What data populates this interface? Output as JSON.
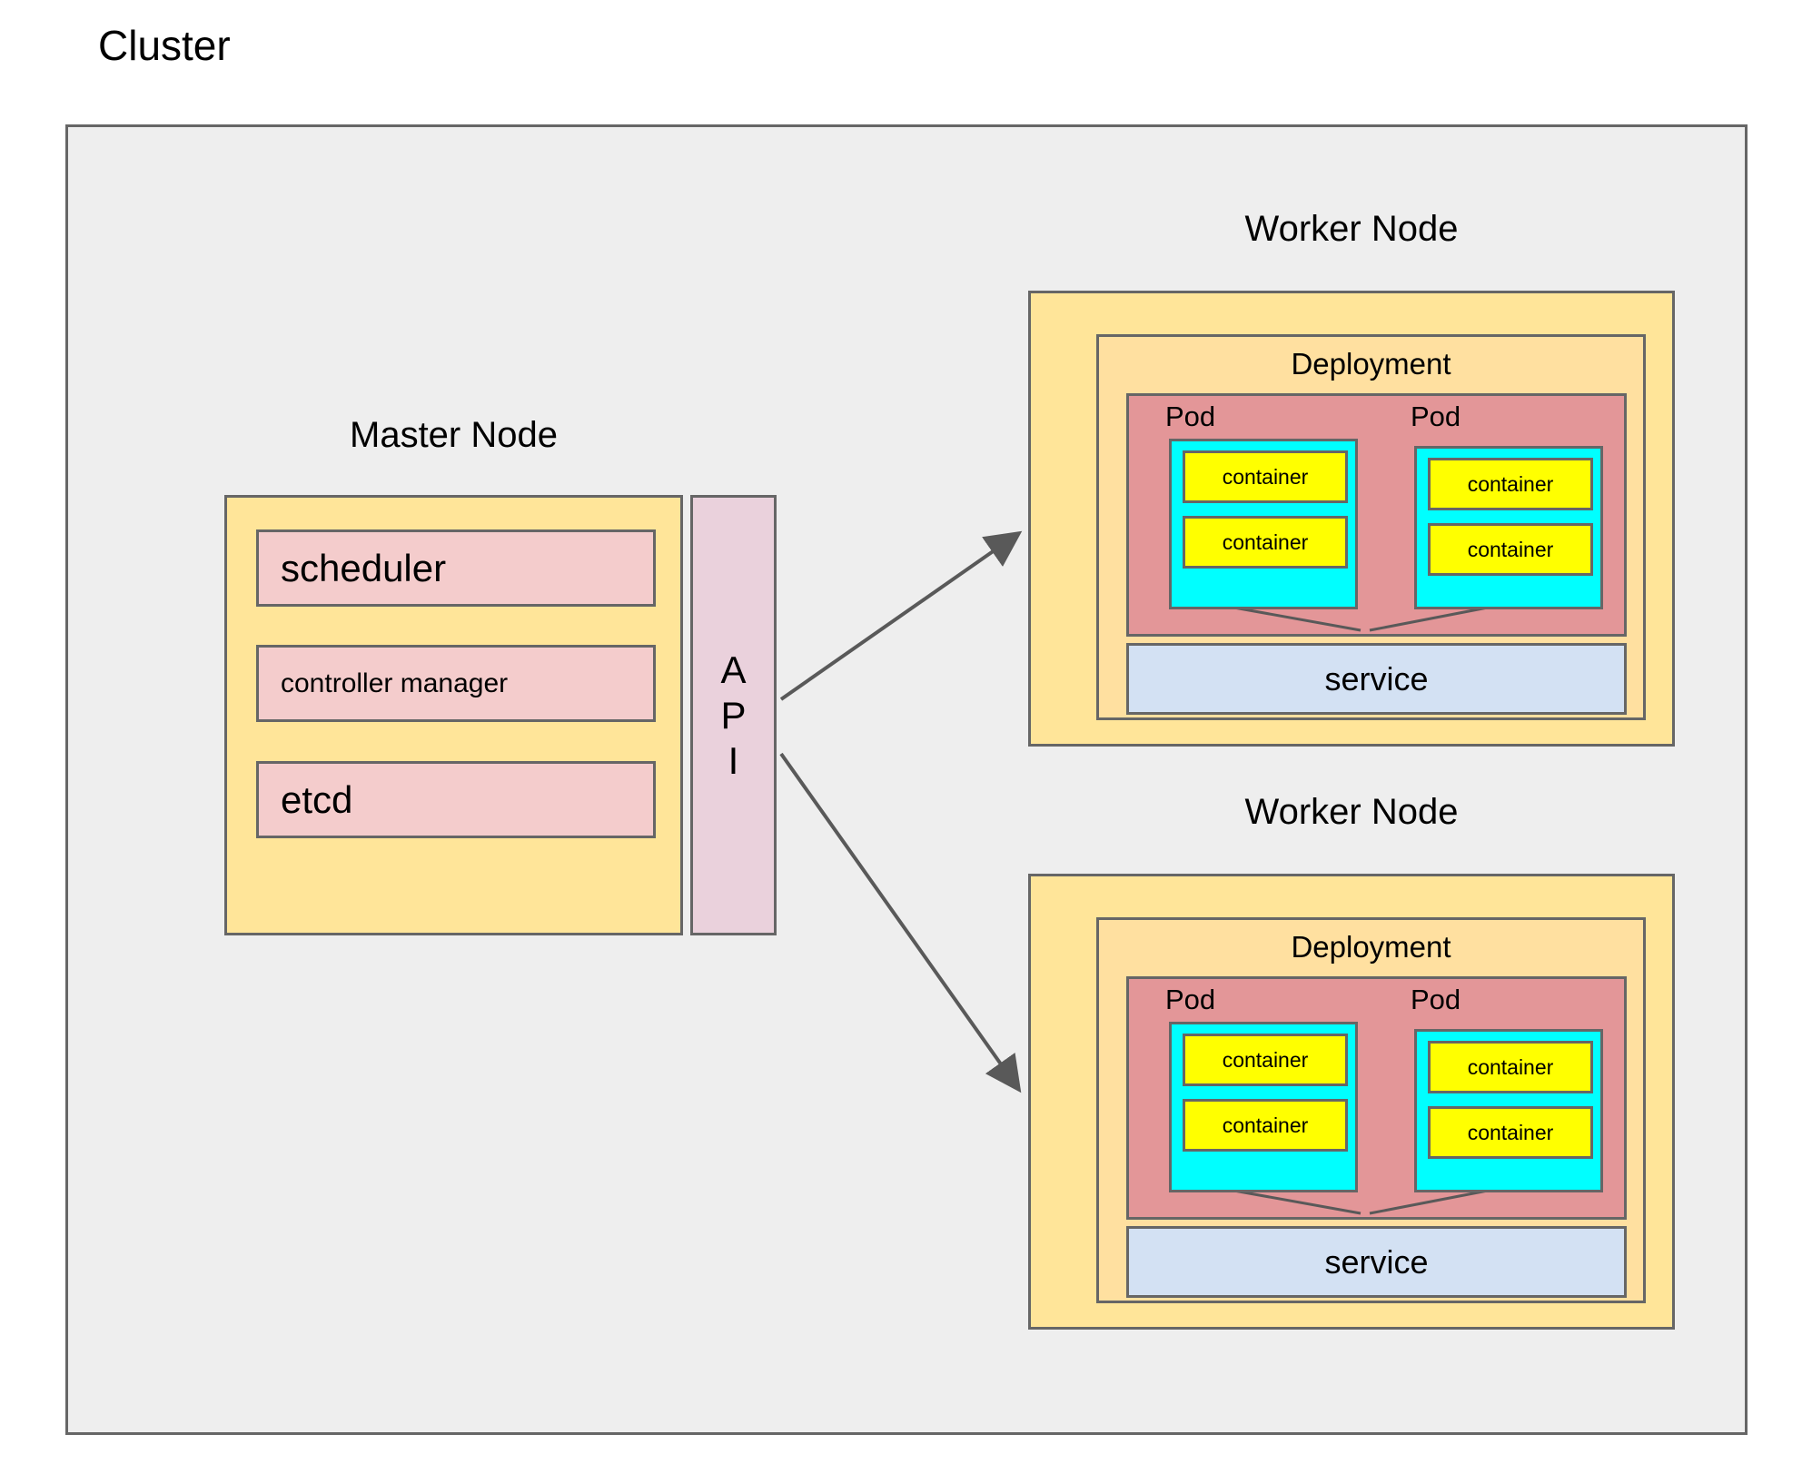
{
  "diagram": {
    "title": "Cluster",
    "colors": {
      "cluster_bg": "#eeeeee",
      "node_bg": "#ffe599",
      "component_bg": "#f4cccc",
      "api_bg": "#ead1dc",
      "pod_bg": "#e39698",
      "pod_inner_bg": "#00ffff",
      "container_bg": "#ffff00",
      "service_bg": "#d3e1f3",
      "stroke": "#666666"
    },
    "master_node": {
      "title": "Master Node",
      "components": [
        {
          "label": "scheduler",
          "size": "large"
        },
        {
          "label": "controller manager",
          "size": "small"
        },
        {
          "label": "etcd",
          "size": "large"
        }
      ],
      "api": {
        "label": "API",
        "letters": [
          "A",
          "P",
          "I"
        ]
      }
    },
    "worker_nodes": [
      {
        "title": "Worker Node",
        "deployment": {
          "label": "Deployment",
          "pods": [
            {
              "label": "Pod",
              "containers": [
                "container",
                "container"
              ]
            },
            {
              "label": "Pod",
              "containers": [
                "container",
                "container"
              ]
            }
          ],
          "service": {
            "label": "service"
          }
        }
      },
      {
        "title": "Worker Node",
        "deployment": {
          "label": "Deployment",
          "pods": [
            {
              "label": "Pod",
              "containers": [
                "container",
                "container"
              ]
            },
            {
              "label": "Pod",
              "containers": [
                "container",
                "container"
              ]
            }
          ],
          "service": {
            "label": "service"
          }
        }
      }
    ],
    "connections": [
      {
        "from": "api",
        "to": "worker-node-1",
        "style": "arrow"
      },
      {
        "from": "api",
        "to": "worker-node-2",
        "style": "arrow"
      }
    ]
  }
}
